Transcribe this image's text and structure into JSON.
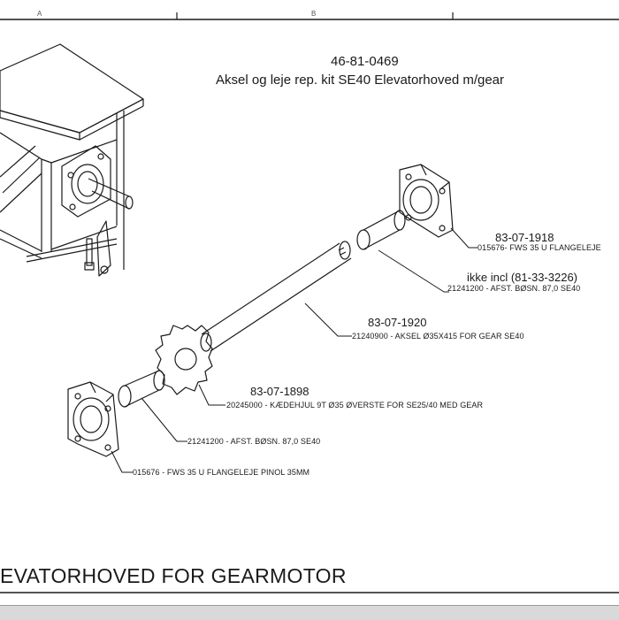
{
  "sheet": {
    "zone_labels": [
      "A",
      "B"
    ],
    "title_number": "46-81-0469",
    "title_description": "Aksel og leje rep. kit SE40 Elevatorhoved m/gear",
    "footer_title": "EVATORHOVED FOR GEARMOTOR"
  },
  "callouts": [
    {
      "part_number": "83-07-1918",
      "description": "015676- FWS 35 U FLANGELEJE"
    },
    {
      "part_number": "ikke incl (81-33-3226)",
      "description": "21241200 - AFST. BØSN. 87,0 SE40"
    },
    {
      "part_number": "83-07-1920",
      "description": "21240900 - AKSEL  Ø35X415 FOR GEAR SE40"
    },
    {
      "part_number": "83-07-1898",
      "description": "20245000 - KÆDEHJUL  9T Ø35 ØVERSTE FOR SE25/40 MED GEAR"
    },
    {
      "part_number": "",
      "description": "21241200 - AFST. BØSN. 87,0 SE40"
    },
    {
      "part_number": "",
      "description": "015676 - FWS 35 U FLANGELEJE PINOL 35MM"
    }
  ],
  "colors": {
    "line": "#1a1a1a",
    "paper": "#ffffff",
    "frame_bar": "#d9d9d9"
  }
}
